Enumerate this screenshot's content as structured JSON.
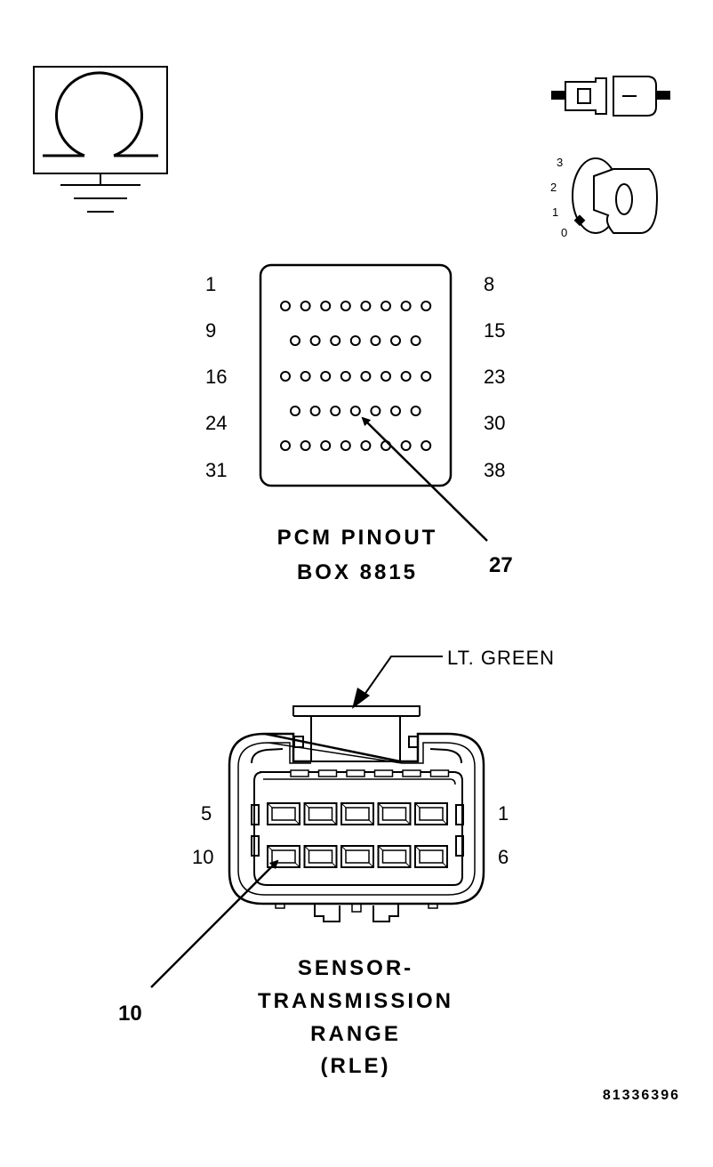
{
  "ignition_switch": {
    "positions": [
      "3",
      "2",
      "1",
      "0"
    ]
  },
  "pcm_pinout": {
    "caption_line1": "PCM PINOUT",
    "caption_line2": "BOX 8815",
    "left_labels": [
      "1",
      "9",
      "16",
      "24",
      "31"
    ],
    "right_labels": [
      "8",
      "15",
      "23",
      "30",
      "38"
    ],
    "callout": "27"
  },
  "sensor_connector": {
    "wire_label": "LT. GREEN",
    "left_labels": [
      "5",
      "10"
    ],
    "right_labels": [
      "1",
      "6"
    ],
    "callout": "10",
    "caption": [
      "SENSOR-",
      "TRANSMISSION",
      "RANGE",
      "(RLE)"
    ]
  },
  "figure_code": "81336396"
}
